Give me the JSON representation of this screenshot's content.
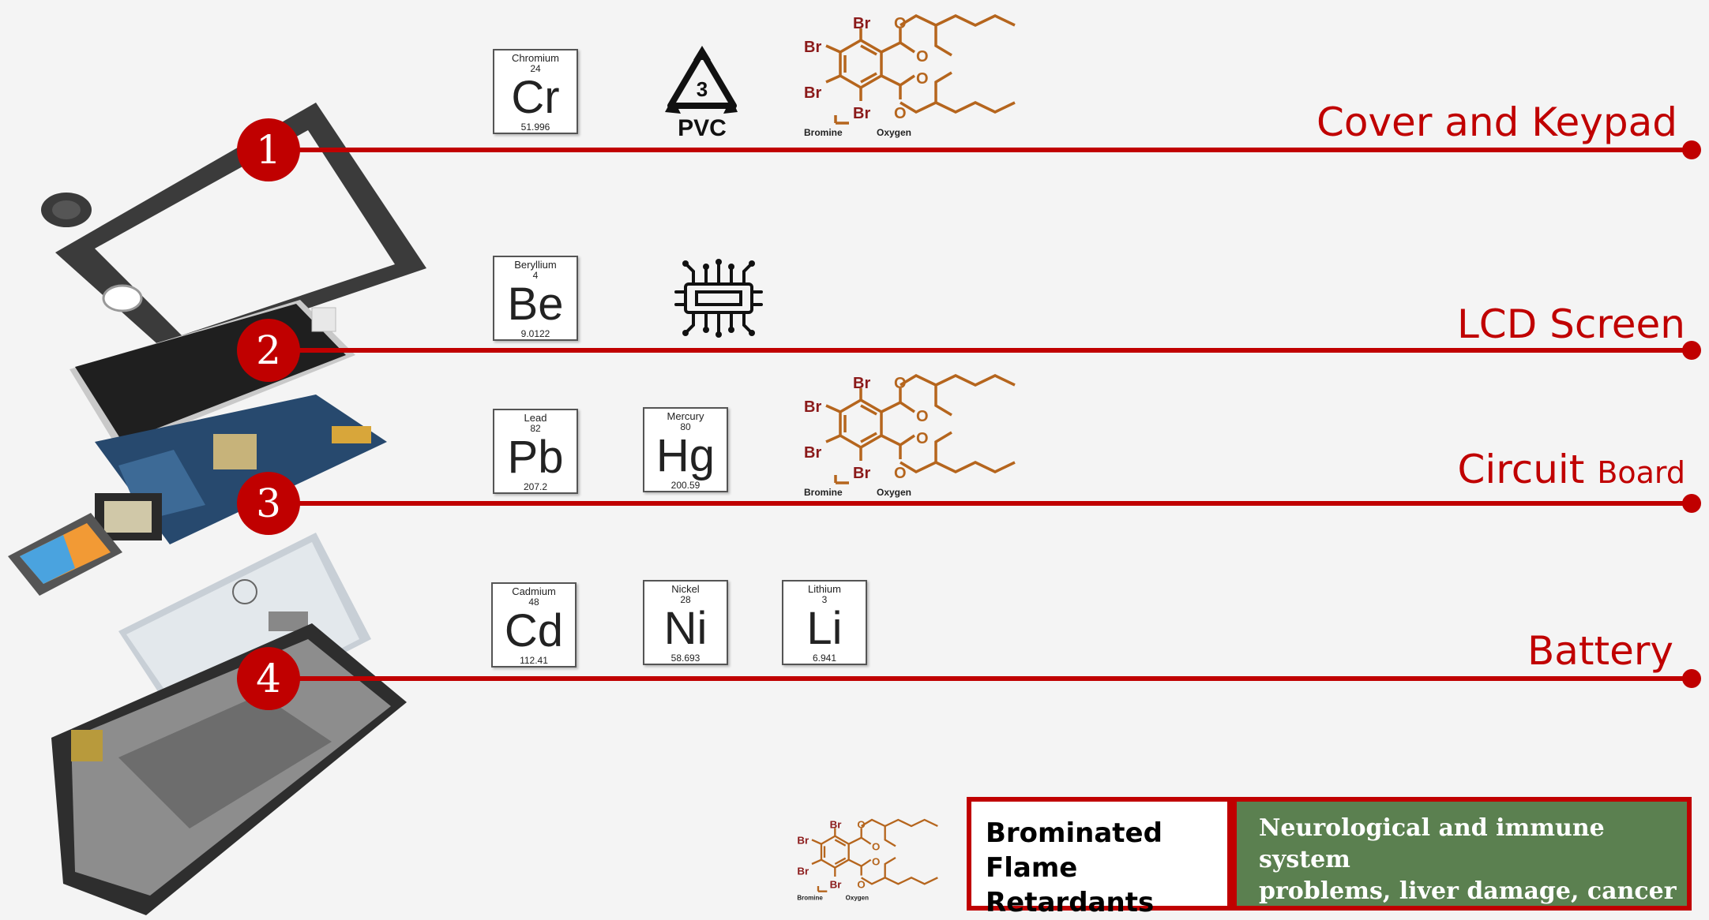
{
  "components": [
    {
      "number": "1",
      "label": "Cover and Keypad"
    },
    {
      "number": "2",
      "label": "LCD Screen"
    },
    {
      "number": "3",
      "label_main": "Circuit",
      "label_small": "Board"
    },
    {
      "number": "4",
      "label": "Battery"
    }
  ],
  "elements": {
    "chromium": {
      "name": "Chromium",
      "number": "24",
      "symbol": "Cr",
      "weight": "51.996"
    },
    "beryllium": {
      "name": "Beryllium",
      "number": "4",
      "symbol": "Be",
      "weight": "9.0122"
    },
    "lead": {
      "name": "Lead",
      "number": "82",
      "symbol": "Pb",
      "weight": "207.2"
    },
    "mercury": {
      "name": "Mercury",
      "number": "80",
      "symbol": "Hg",
      "weight": "200.59"
    },
    "cadmium": {
      "name": "Cadmium",
      "number": "48",
      "symbol": "Cd",
      "weight": "112.41"
    },
    "nickel": {
      "name": "Nickel",
      "number": "28",
      "symbol": "Ni",
      "weight": "58.693"
    },
    "lithium": {
      "name": "Lithium",
      "number": "3",
      "symbol": "Li",
      "weight": "6.941"
    }
  },
  "pvc": {
    "code": "3",
    "label": "PVC"
  },
  "molecule": {
    "atom_br": "Br",
    "atom_o": "O",
    "legend_bromine": "Bromine",
    "legend_oxygen": "Oxygen"
  },
  "legend": {
    "bfr_line1": "Brominated",
    "bfr_line2": "Flame Retardants",
    "effects_line1": "Neurological and immune system",
    "effects_line2": "problems, liver damage, cancer"
  },
  "colors": {
    "accent": "#c00000",
    "effects_bg": "#5b8050",
    "bromine": "#8b1a1a",
    "oxygen": "#b5651d"
  }
}
